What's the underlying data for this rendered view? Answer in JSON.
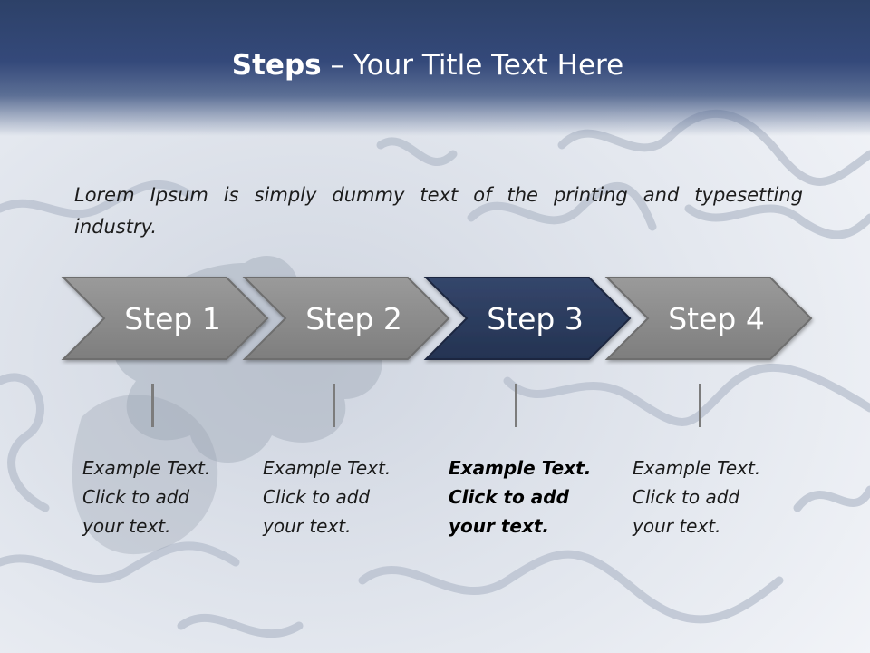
{
  "slide": {
    "title_bold": "Steps",
    "title_rest": " – Your Title Text Here",
    "intro": "Lorem Ipsum is simply dummy text of the printing and typesetting industry."
  },
  "steps": [
    {
      "label": "Step 1",
      "active": false,
      "lines": [
        "Example Text.",
        "Click  to add",
        "your text."
      ]
    },
    {
      "label": "Step 2",
      "active": false,
      "lines": [
        "Example Text.",
        "Click  to add",
        "your text."
      ]
    },
    {
      "label": "Step 3",
      "active": true,
      "lines": [
        "Example Text.",
        "Click  to add",
        "your text."
      ]
    },
    {
      "label": "Step 4",
      "active": false,
      "lines": [
        "Example Text.",
        "Click  to add",
        "your text."
      ]
    }
  ],
  "colors": {
    "header": "#2d4168",
    "arrow_inactive": "#8c8c8c",
    "arrow_active": "#2b3a5c",
    "arrow_outline": "#ffffff"
  },
  "background": {
    "description_icon": "puzzle-pieces-pattern"
  }
}
